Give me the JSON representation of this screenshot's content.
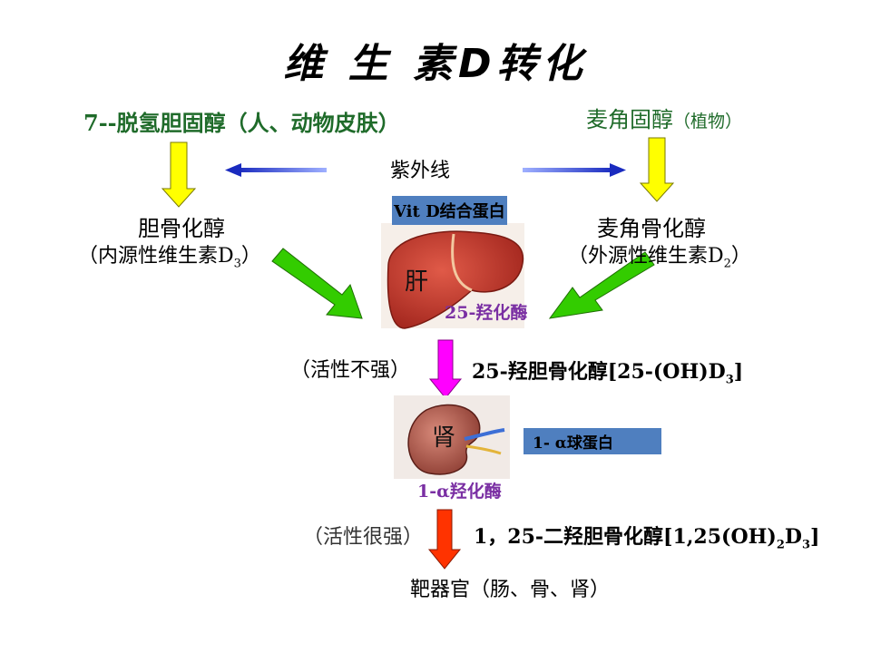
{
  "title": "维 生 素D转化",
  "sources": {
    "left": "7--脱氢胆固醇（人、动物皮肤）",
    "right_main": "麦角固醇",
    "right_sub": "（植物）",
    "uv": "紫外线"
  },
  "products": {
    "left_main": "胆骨化醇",
    "left_sub_prefix": "（内源性维生素D",
    "left_sub_index": "3",
    "left_sub_suffix": "）",
    "right_main": "麦角骨化醇",
    "right_sub_prefix": "（外源性维生素D",
    "right_sub_index": "2",
    "right_sub_suffix": "）"
  },
  "liver": {
    "binding_protein": "Vit D结合蛋白",
    "label": "肝",
    "enzyme": "25-羟化酶"
  },
  "step1": {
    "activity": "（活性不强）",
    "product_prefix": "25-羟胆骨化醇[25-(OH)D",
    "product_index": "3",
    "product_suffix": "]"
  },
  "kidney": {
    "label": "肾",
    "globulin": "1- α球蛋白",
    "enzyme": "1-α羟化酶"
  },
  "step2": {
    "activity": "（活性很强）",
    "product_prefix": "1，25-二羟胆骨化醇[1,25(OH)",
    "product_index1": "2",
    "product_mid": "D",
    "product_index2": "3",
    "product_suffix": "]"
  },
  "target": "靶器官（肠、骨、肾）",
  "colors": {
    "green_text": "#1f6b2a",
    "purple_text": "#7a2fa3",
    "yellow_arrow": "#ffff00",
    "green_arrow": "#33cc00",
    "magenta_arrow": "#ff00ff",
    "red_arrow": "#ff3300",
    "blue_arrow": "#1a2bbf",
    "label_box": "#4f7fbf"
  }
}
